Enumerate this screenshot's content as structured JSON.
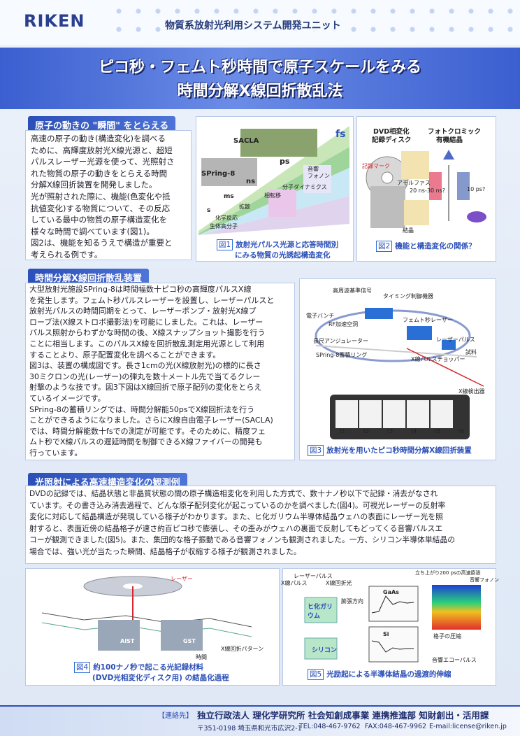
{
  "header": {
    "logo": "RIKEN",
    "unit": "物質系放射光利用システム開発ユニット"
  },
  "title": {
    "line1": "ピコ秒・フェムト秒時間で原子スケールをみる",
    "line2": "時間分解X線回折散乱法"
  },
  "section1": {
    "heading": "原子の動きの \"瞬間\" をとらえる",
    "lines": [
      "高速の原子の動き(構造変化)を調べる",
      "ために、高輝度放射光X線光源と、超短",
      "パルスレーザー光源を使って、光照射さ",
      "れた物質の原子の動きをとらえる時間",
      "分解X線回折装置を開発しました。",
      "光が照射された際に、機能(色変化や抵",
      "抗値変化)する物質について、その反応",
      "している最中の物質の原子構造変化を",
      "様々な時間で調べています(図1)。",
      "図2は、機能を知るうえで構造が重要と",
      "考えられる例です。"
    ],
    "fig1": {
      "num": "図1",
      "caption1": "放射光パルス光源と応答時間別",
      "caption2": "にみる物質の光誘起構造変化",
      "labels": [
        "SACLA",
        "SPring-8",
        "fs",
        "ps",
        "ns",
        "ms",
        "s",
        "音響",
        "フォノン",
        "相転移",
        "拡散",
        "化学反応",
        "分子ダイナミクス",
        "生体高分子"
      ]
    },
    "fig2": {
      "num": "図2",
      "caption": "機能と構造変化の関係？",
      "labels": [
        "DVD相変化",
        "記録ディスク",
        "フォトクロミック",
        "有機結晶",
        "アモルファス",
        "20 ns-30 ns?",
        "結晶",
        "10 ps?",
        "記録マーク"
      ]
    }
  },
  "section2": {
    "heading": "時間分解X線回折散乱装置",
    "lines": [
      "大型放射光施設SPring-8は時間幅数十ピコ秒の高輝度パルスX線",
      "を発生します。フェムト秒パルスレーザーを設置し、レーザーパルスと",
      "放射光パルスの時間同期をとって、レーザーポンプ・放射光X線プ",
      "ローブ法(X線ストロボ撮影法)を可能にしました。これは、レーザー",
      "パルス照射からわずかな時間の後、X線スナップショット撮影を行う",
      "ことに相当します。このパルスX線を回折散乱測定用光源として利用",
      "することより、原子配置変化を調べることができます。",
      "図3は、装置の構成図です。長さ1cmの光(X線放射光)の標的に長さ",
      "30ミクロンの光(レーザー)の弾丸を数十メートル先で当てるクレー",
      "射撃のような技です。図3下図はX線回折で原子配列の変化をとらえ",
      "ているイメージです。",
      "SPring-8の蓄積リングでは、時間分解能50psでX線回折法を行う",
      "ことができるようになりました。さらにX線自由電子レーザー(SACLA)",
      "では、時間分解能数十fsでの測定が可能です。そのために、精度フェ",
      "ムト秒でX線パルスの遅延時間を制御できるX線ファイバーの開発も",
      "行っています。"
    ],
    "fig3": {
      "num": "図3",
      "caption": "放射光を用いたピコ秒時間分解X線回折装置",
      "labels": [
        "高周波基準信号",
        "タイミング制御機器",
        "電子バンチ",
        "RF加速空洞",
        "フェムト秒レーザー",
        "長尺アンジュレーター",
        "SPring-8蓄積リング",
        "X線パルスチョッパー",
        "試料",
        "X線検出器",
        "レーザーパルス",
        "t1",
        "t2",
        "t3",
        "t4",
        "t5",
        "t6"
      ]
    }
  },
  "section3": {
    "heading": "光照射による高速構造変化の観測例",
    "lines": [
      "DVDの記録では、結晶状態と非晶質状態の間の原子構造相変化を利用した方式で、数十ナノ秒以下で記録・消去がなされ",
      "ています。その書き込み消去過程で、どんな原子配列変化が起こっているのかを調べました(図4)。可視光レーザーの反射率",
      "変化に対応して結晶構造が発現している様子がわかります。また、ヒ化ガリウム半導体結晶ウェハの表面にレーザー光を照",
      "射すると、表面近傍の結晶格子が速さ約百ピコ秒で膨張し、その歪みがウェハの裏面で反射してもどってくる音響パルスエ",
      "コーが観測できました(図5)。また、集団的な格子振動である音響フォノンも観測されました。一方、シリコン半導体単結晶の",
      "場合では、強い光が当たった瞬間、結晶格子が収縮する様子が観測されました。"
    ],
    "fig4": {
      "num": "図4",
      "caption1": "約100ナノ秒で起こる光記録材料",
      "caption2": "(DVD光相変化ディスク用) の結晶化過程",
      "labels": [
        "レーザー",
        "AIST",
        "GST",
        "X線回折パターン",
        "時間"
      ]
    },
    "fig5": {
      "num": "図5",
      "caption": "光励起による半導体結晶の過渡的伸縮",
      "labels": [
        "レーザーパルス",
        "X線パルス",
        "X線回折光",
        "ヒ化ガリウム",
        "シリコン",
        "膨張方向",
        "GaAs",
        "Si",
        "格子の圧縮",
        "音響エコーパルス",
        "立ち上がり200 psの高速膨張",
        "音響フォノン"
      ]
    }
  },
  "footer": {
    "contact": "【連絡先】",
    "org": "独立行政法人 理化学研究所 社会知創成事業 連携推進部 知財創出・活用課",
    "address": "〒351-0198 埼玉県和光市広沢2-1",
    "tel": "TEL:048-467-9762",
    "fax": "FAX:048-467-9962",
    "email": "E-mail:license@riken.jp"
  }
}
